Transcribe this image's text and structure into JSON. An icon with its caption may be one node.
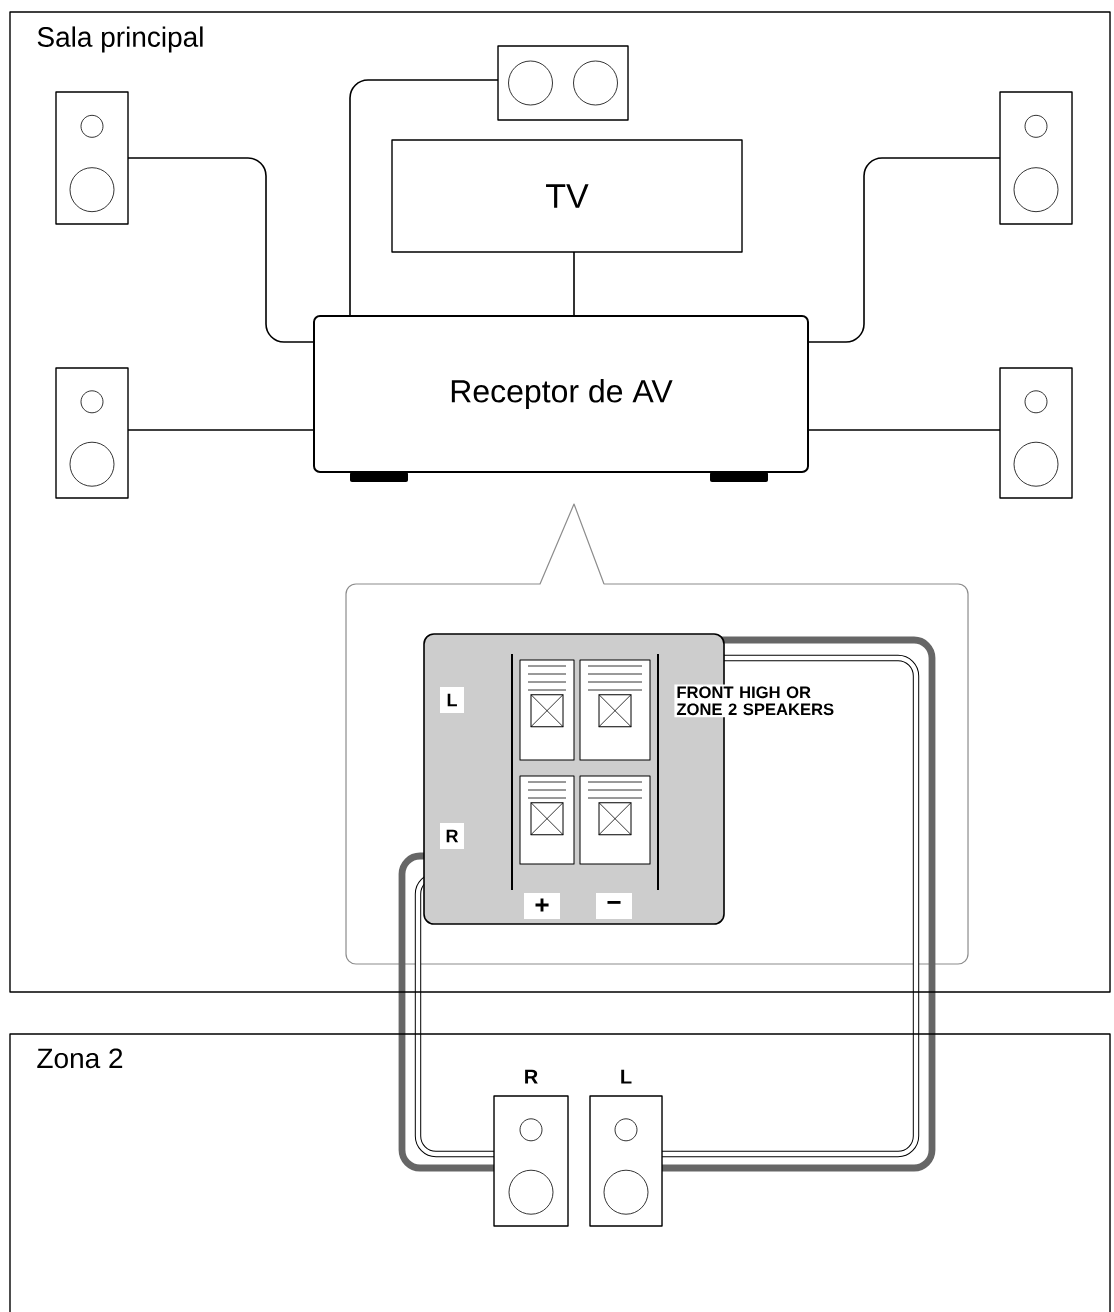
{
  "diagram": {
    "nodes": [
      {
        "text": [
          "Sala principal"
        ]
      },
      {
        "text": [],
        "shape": "speaker",
        "in": 0
      },
      {
        "text": [],
        "shape": "speaker",
        "in": 0
      },
      {
        "text": [],
        "shape": "speaker",
        "in": 0
      },
      {
        "text": [
          "TV"
        ],
        "in": 0
      },
      {
        "text": [
          "Receptor de AV"
        ],
        "in": 0
      },
      {
        "text": [],
        "shape": "speaker",
        "in": 0
      },
      {
        "text": [],
        "shape": "speaker",
        "in": 0
      },
      {
        "text": [
          "L",
          "R",
          "+",
          "−"
        ],
        "beside": [
          "FRONT HIGH OR ZONE 2 SPEAKERS"
        ],
        "in": 0
      },
      {
        "text": [
          "Zona 2"
        ]
      },
      {
        "text": [],
        "shape": "speaker",
        "beside": [
          "R"
        ],
        "in": 9
      },
      {
        "text": [],
        "shape": "speaker",
        "beside": [
          "L"
        ],
        "in": 9
      }
    ],
    "edges": [
      {
        "from": 1,
        "to": 5,
        "arrow": "none"
      },
      {
        "from": 2,
        "to": 5,
        "arrow": "none"
      },
      {
        "from": 3,
        "to": 5,
        "arrow": "none"
      },
      {
        "from": 4,
        "to": 5,
        "arrow": "none"
      },
      {
        "from": 6,
        "to": 5,
        "arrow": "none"
      },
      {
        "from": 7,
        "to": 5,
        "arrow": "none"
      },
      {
        "from": 8,
        "to": 11,
        "arrow": "none",
        "style": "thick",
        "color": "#666666"
      },
      {
        "from": 8,
        "to": 11,
        "arrow": "none",
        "style": "thick"
      },
      {
        "from": 8,
        "to": 10,
        "arrow": "none",
        "style": "thick",
        "color": "#666666"
      },
      {
        "from": 8,
        "to": 10,
        "arrow": "none",
        "style": "thick"
      }
    ]
  }
}
